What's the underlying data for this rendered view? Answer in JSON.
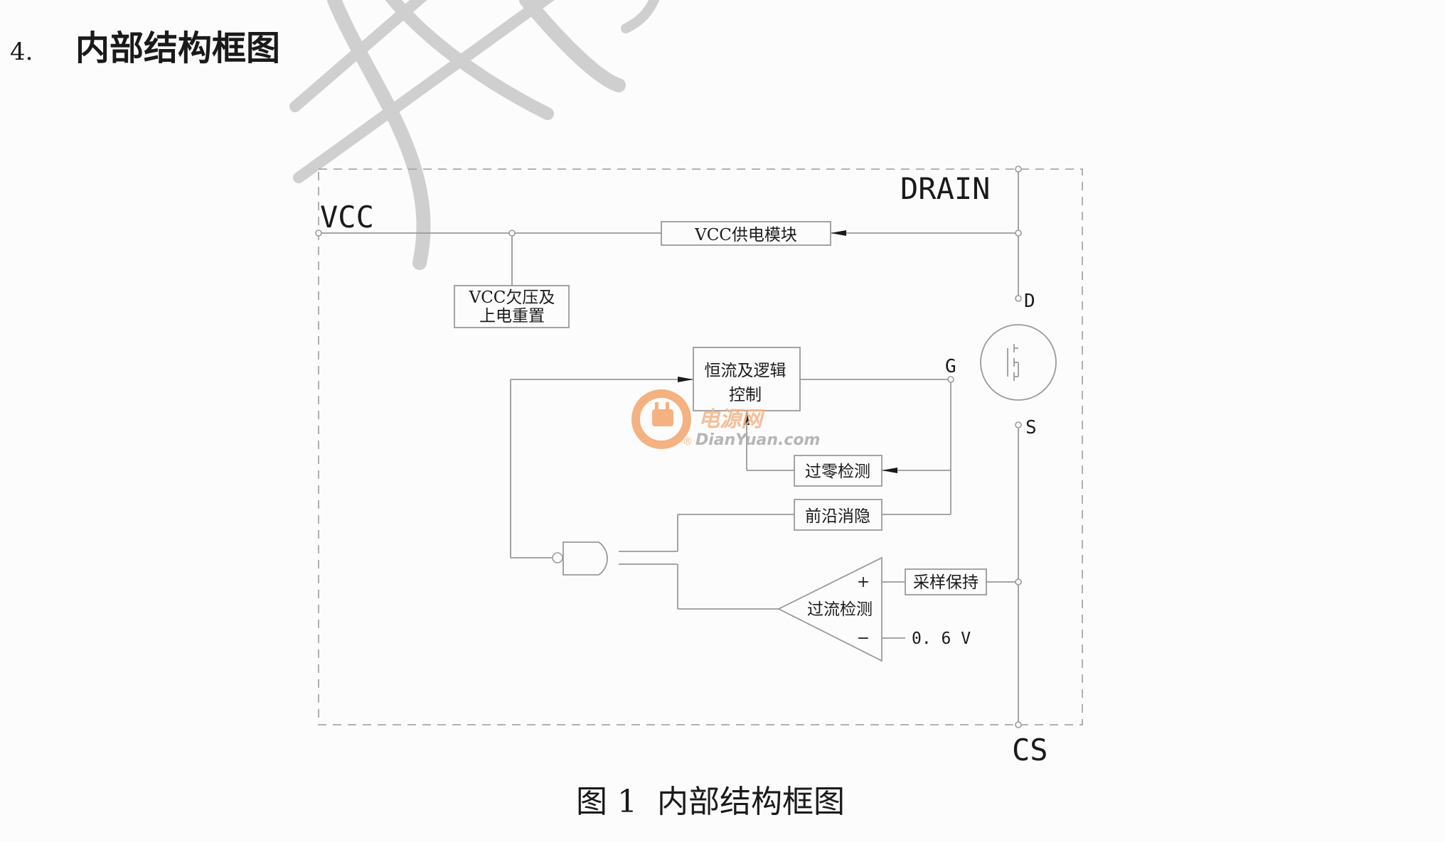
{
  "section": {
    "number": "4.",
    "title": "内部结构框图"
  },
  "pins": {
    "drain": "DRAIN",
    "vcc": "VCC",
    "cs": "CS",
    "d": "D",
    "g": "G",
    "s": "S"
  },
  "blocks": {
    "vcc_supply": "VCC供电模块",
    "uvlo_line1": "VCC欠压及",
    "uvlo_line2": "上电重置",
    "cc_logic_line1": "恒流及逻辑",
    "cc_logic_line2": "控制",
    "zero_cross": "过零检测",
    "leading_edge": "前沿消隐",
    "sample_hold": "采样保持",
    "overcurrent": "过流检测",
    "ref_voltage": "0. 6 V",
    "comp_plus": "+",
    "comp_minus": "−"
  },
  "watermark": {
    "brand": "电源网",
    "url": "DianYuan.com",
    "reg": "®"
  },
  "caption": "图 1  内部结构框图",
  "colors": {
    "line": "#9a9a9a",
    "watermark_gray": "#cfcfcf",
    "logo_orange": "#f3a46c"
  }
}
